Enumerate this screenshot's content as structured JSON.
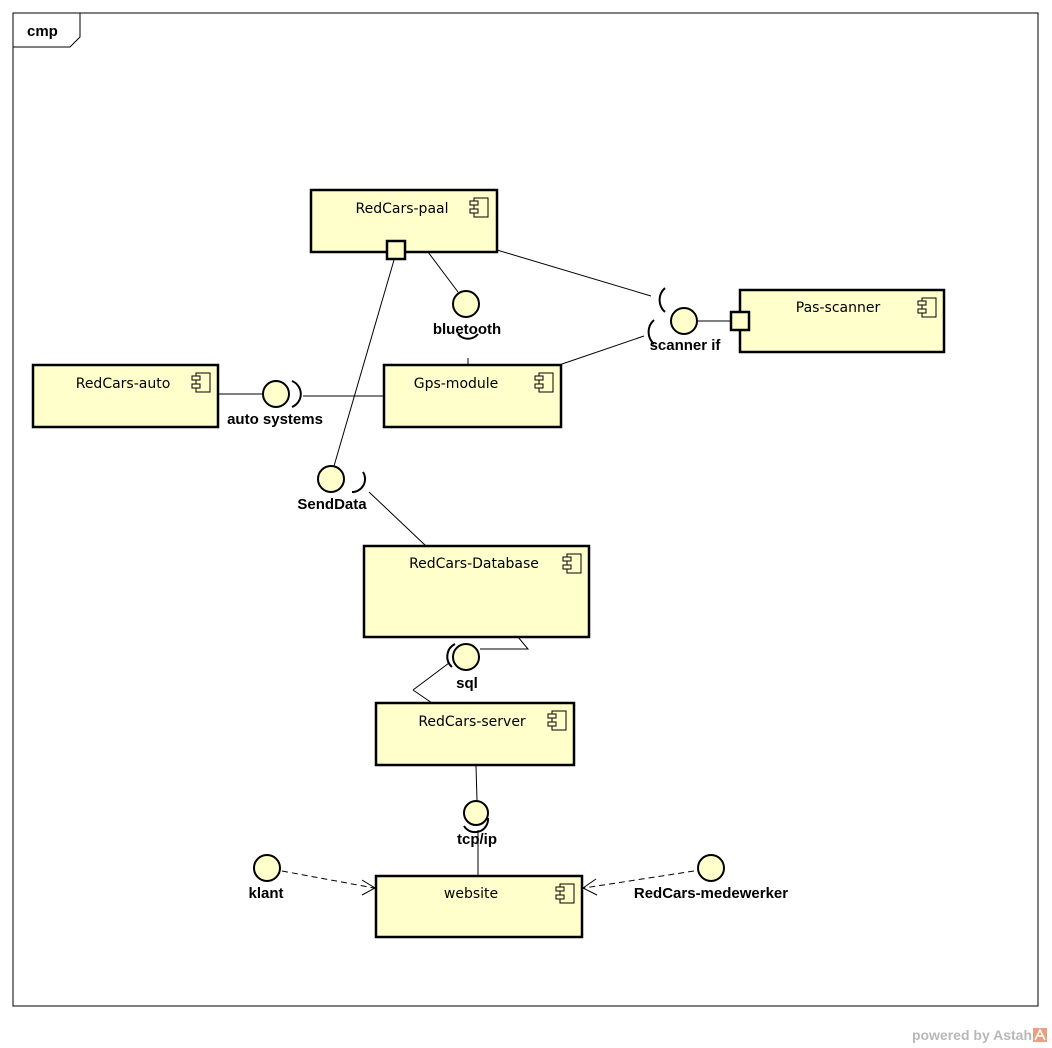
{
  "frame": {
    "label": "cmp"
  },
  "components": [
    {
      "id": "redcars-paal",
      "name": "RedCars-paal"
    },
    {
      "id": "pas-scanner",
      "name": "Pas-scanner"
    },
    {
      "id": "redcars-auto",
      "name": "RedCars-auto"
    },
    {
      "id": "gps-module",
      "name": "Gps-module"
    },
    {
      "id": "redcars-database",
      "name": "RedCars-Database"
    },
    {
      "id": "redcars-server",
      "name": "RedCars-server"
    },
    {
      "id": "website",
      "name": "website"
    }
  ],
  "interfaces": [
    {
      "id": "bluetooth",
      "label": "bluetooth"
    },
    {
      "id": "scanner-if",
      "label": "scanner if"
    },
    {
      "id": "auto-systems",
      "label": "auto systems"
    },
    {
      "id": "senddata",
      "label": "SendData"
    },
    {
      "id": "sql",
      "label": "sql"
    },
    {
      "id": "tcpip",
      "label": "tcp/ip"
    }
  ],
  "actors": [
    {
      "id": "klant",
      "label": "klant"
    },
    {
      "id": "redcars-medewerker",
      "label": "RedCars-medewerker"
    }
  ],
  "colors": {
    "component_fill": "#FFFFCC",
    "stroke": "#000000",
    "watermark": "#b8b8b8",
    "astah_logo": "#e8a080"
  },
  "watermark": "powered by Astah"
}
